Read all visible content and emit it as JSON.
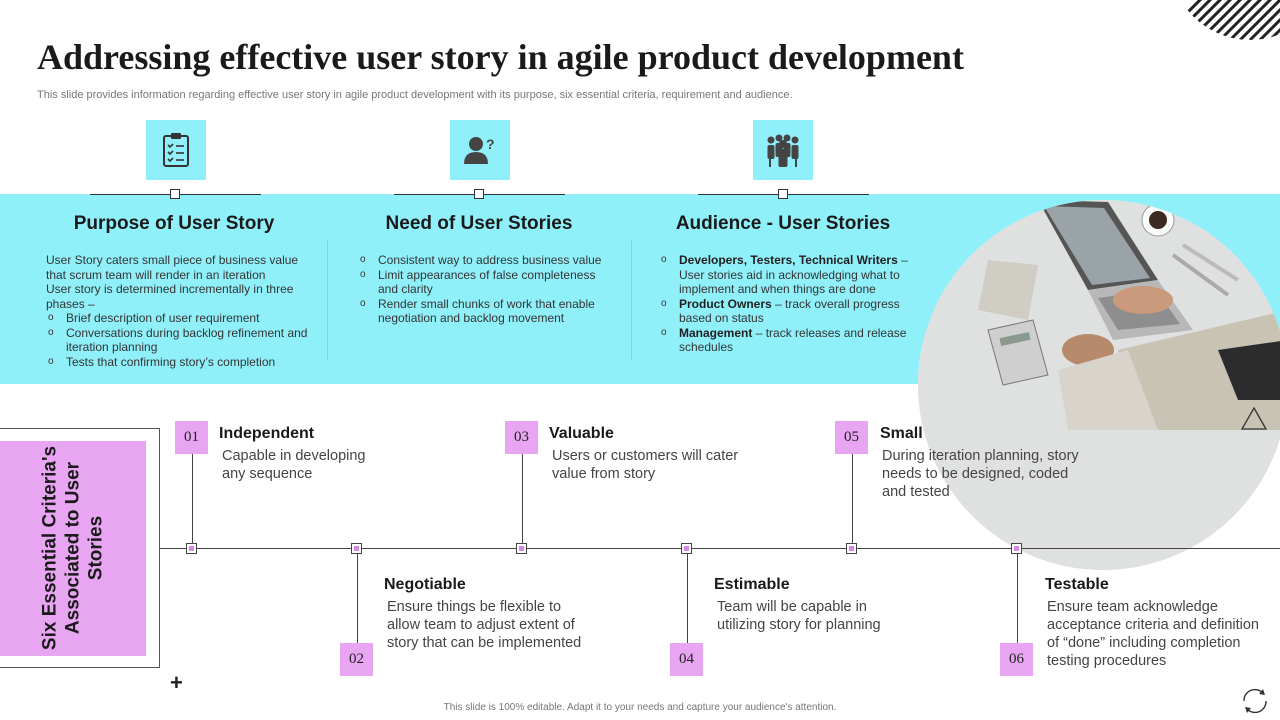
{
  "title": "Addressing effective user story in agile product development",
  "subtitle": "This slide provides information regarding effective user story in agile product development with its purpose, six essential criteria, requirement and audience.",
  "columns": [
    {
      "icon": "clipboard-checklist-icon",
      "title": "Purpose of User Story",
      "intro": "User Story caters small piece of business value that scrum team will render in an iteration",
      "intro2": "User story is determined incrementally in three phases –",
      "items": [
        "Brief description of user requirement",
        "Conversations during backlog refinement and iteration planning",
        "Tests that confirming story’s completion"
      ]
    },
    {
      "icon": "user-question-icon",
      "title": "Need of User Stories",
      "items": [
        "Consistent way to address business value",
        "Limit appearances of false completeness and clarity",
        "Render small chunks of work that enable negotiation and backlog movement"
      ]
    },
    {
      "icon": "team-group-icon",
      "title": "Audience - User Stories",
      "items": [
        {
          "bold": "Developers, Testers, Technical Writers",
          "text": " – User stories aid in acknowledging what to implement and when things are done"
        },
        {
          "bold": "Product Owners",
          "text": " – track overall progress based on status"
        },
        {
          "bold": "Management",
          "text": " – track releases and release schedules"
        }
      ]
    }
  ],
  "side_label": "Six Essential Criteria's Associated to User Stories",
  "criteria": [
    {
      "num": "01",
      "title": "Independent",
      "desc": "Capable in developing any sequence"
    },
    {
      "num": "02",
      "title": "Negotiable",
      "desc": "Ensure things be flexible to allow team to adjust extent of story that can be implemented"
    },
    {
      "num": "03",
      "title": "Valuable",
      "desc": "Users or customers will cater value from story"
    },
    {
      "num": "04",
      "title": "Estimable",
      "desc": "Team will be capable in utilizing story for planning"
    },
    {
      "num": "05",
      "title": "Small",
      "desc": "During iteration planning, story needs to be designed, coded and tested"
    },
    {
      "num": "06",
      "title": "Testable",
      "desc": "Ensure team acknowledge acceptance criteria and definition of “done” including completion testing procedures"
    }
  ],
  "footer": "This slide is 100% editable. Adapt it to your needs and capture your audience's attention.",
  "colors": {
    "cyan": "#90f0fa",
    "pink": "#e8a6f2"
  }
}
